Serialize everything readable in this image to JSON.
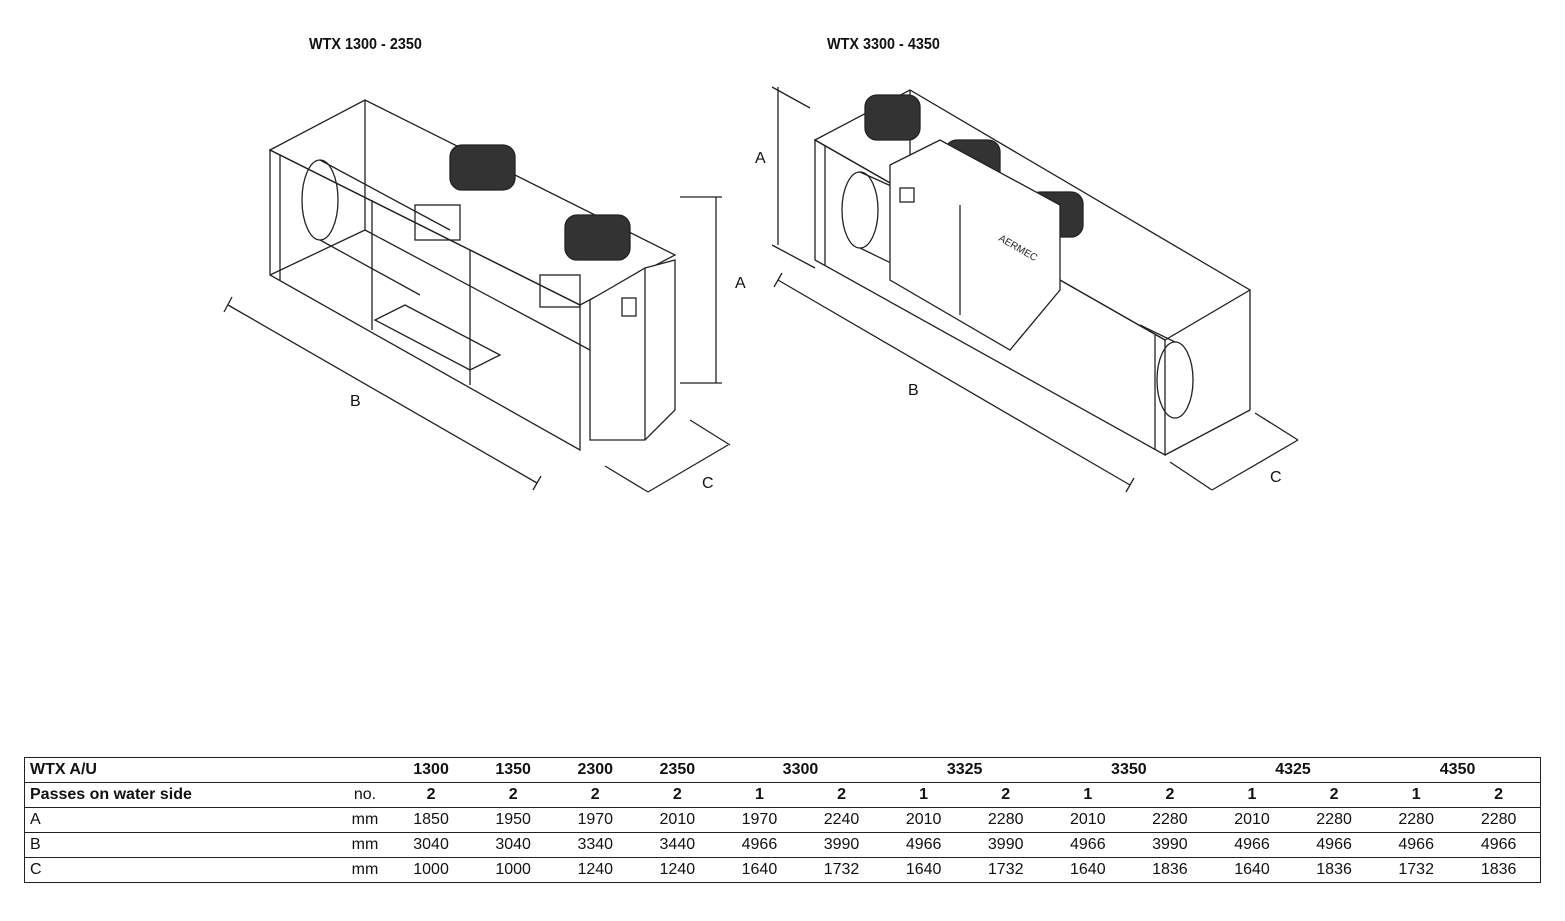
{
  "drawings": [
    {
      "title": "WTX 1300 - 2350",
      "dim_a": "A",
      "dim_b": "B",
      "dim_c": "C"
    },
    {
      "title": "WTX 3300 - 4350",
      "dim_a": "A",
      "dim_b": "B",
      "dim_c": "C",
      "brand": "AERMEC"
    }
  ],
  "table": {
    "header_label": "WTX A/U",
    "models": [
      {
        "name": "1300",
        "span": 1
      },
      {
        "name": "1350",
        "span": 1
      },
      {
        "name": "2300",
        "span": 1
      },
      {
        "name": "2350",
        "span": 1
      },
      {
        "name": "3300",
        "span": 2
      },
      {
        "name": "3325",
        "span": 2
      },
      {
        "name": "3350",
        "span": 2
      },
      {
        "name": "4325",
        "span": 2
      },
      {
        "name": "4350",
        "span": 2
      }
    ],
    "rows": [
      {
        "label": "Passes on water side",
        "unit": "no.",
        "values": [
          "2",
          "2",
          "2",
          "2",
          "1",
          "2",
          "1",
          "2",
          "1",
          "2",
          "1",
          "2",
          "1",
          "2"
        ]
      },
      {
        "label": "A",
        "unit": "mm",
        "values": [
          "1850",
          "1950",
          "1970",
          "2010",
          "1970",
          "2240",
          "2010",
          "2280",
          "2010",
          "2280",
          "2010",
          "2280",
          "2280",
          "2280"
        ]
      },
      {
        "label": "B",
        "unit": "mm",
        "values": [
          "3040",
          "3040",
          "3340",
          "3440",
          "4966",
          "3990",
          "4966",
          "3990",
          "4966",
          "3990",
          "4966",
          "4966",
          "4966",
          "4966"
        ]
      },
      {
        "label": "C",
        "unit": "mm",
        "values": [
          "1000",
          "1000",
          "1240",
          "1240",
          "1640",
          "1732",
          "1640",
          "1732",
          "1640",
          "1836",
          "1640",
          "1836",
          "1732",
          "1836"
        ]
      }
    ]
  }
}
